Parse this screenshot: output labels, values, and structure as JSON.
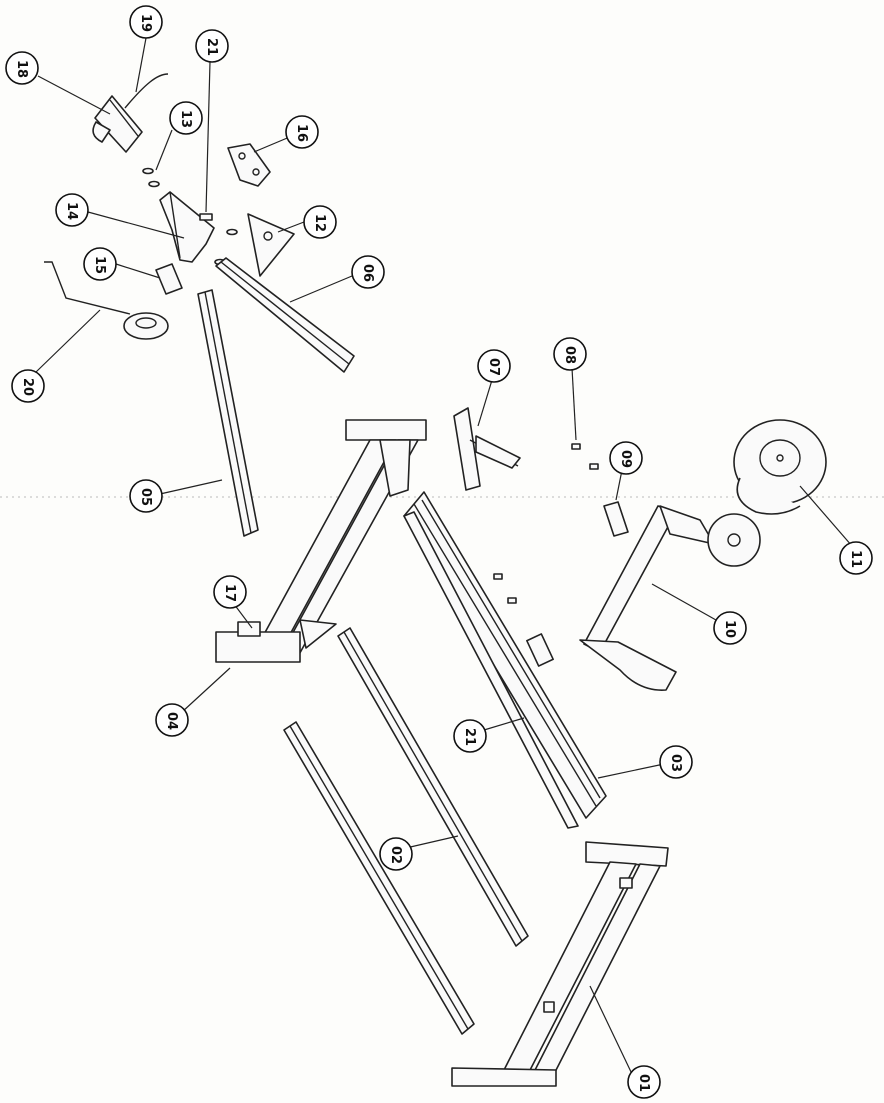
{
  "callouts": [
    {
      "id": "c18",
      "label": "18"
    },
    {
      "id": "c19",
      "label": "19"
    },
    {
      "id": "c21a",
      "label": "21"
    },
    {
      "id": "c13",
      "label": "13"
    },
    {
      "id": "c16",
      "label": "16"
    },
    {
      "id": "c14",
      "label": "14"
    },
    {
      "id": "c12",
      "label": "12"
    },
    {
      "id": "c15",
      "label": "15"
    },
    {
      "id": "c06",
      "label": "06"
    },
    {
      "id": "c20",
      "label": "20"
    },
    {
      "id": "c07",
      "label": "07"
    },
    {
      "id": "c08",
      "label": "08"
    },
    {
      "id": "c09",
      "label": "09"
    },
    {
      "id": "c05",
      "label": "05"
    },
    {
      "id": "c11",
      "label": "11"
    },
    {
      "id": "c17",
      "label": "17"
    },
    {
      "id": "c10",
      "label": "10"
    },
    {
      "id": "c04",
      "label": "04"
    },
    {
      "id": "c21b",
      "label": "21"
    },
    {
      "id": "c03",
      "label": "03"
    },
    {
      "id": "c02",
      "label": "02"
    },
    {
      "id": "c01",
      "label": "01"
    }
  ]
}
